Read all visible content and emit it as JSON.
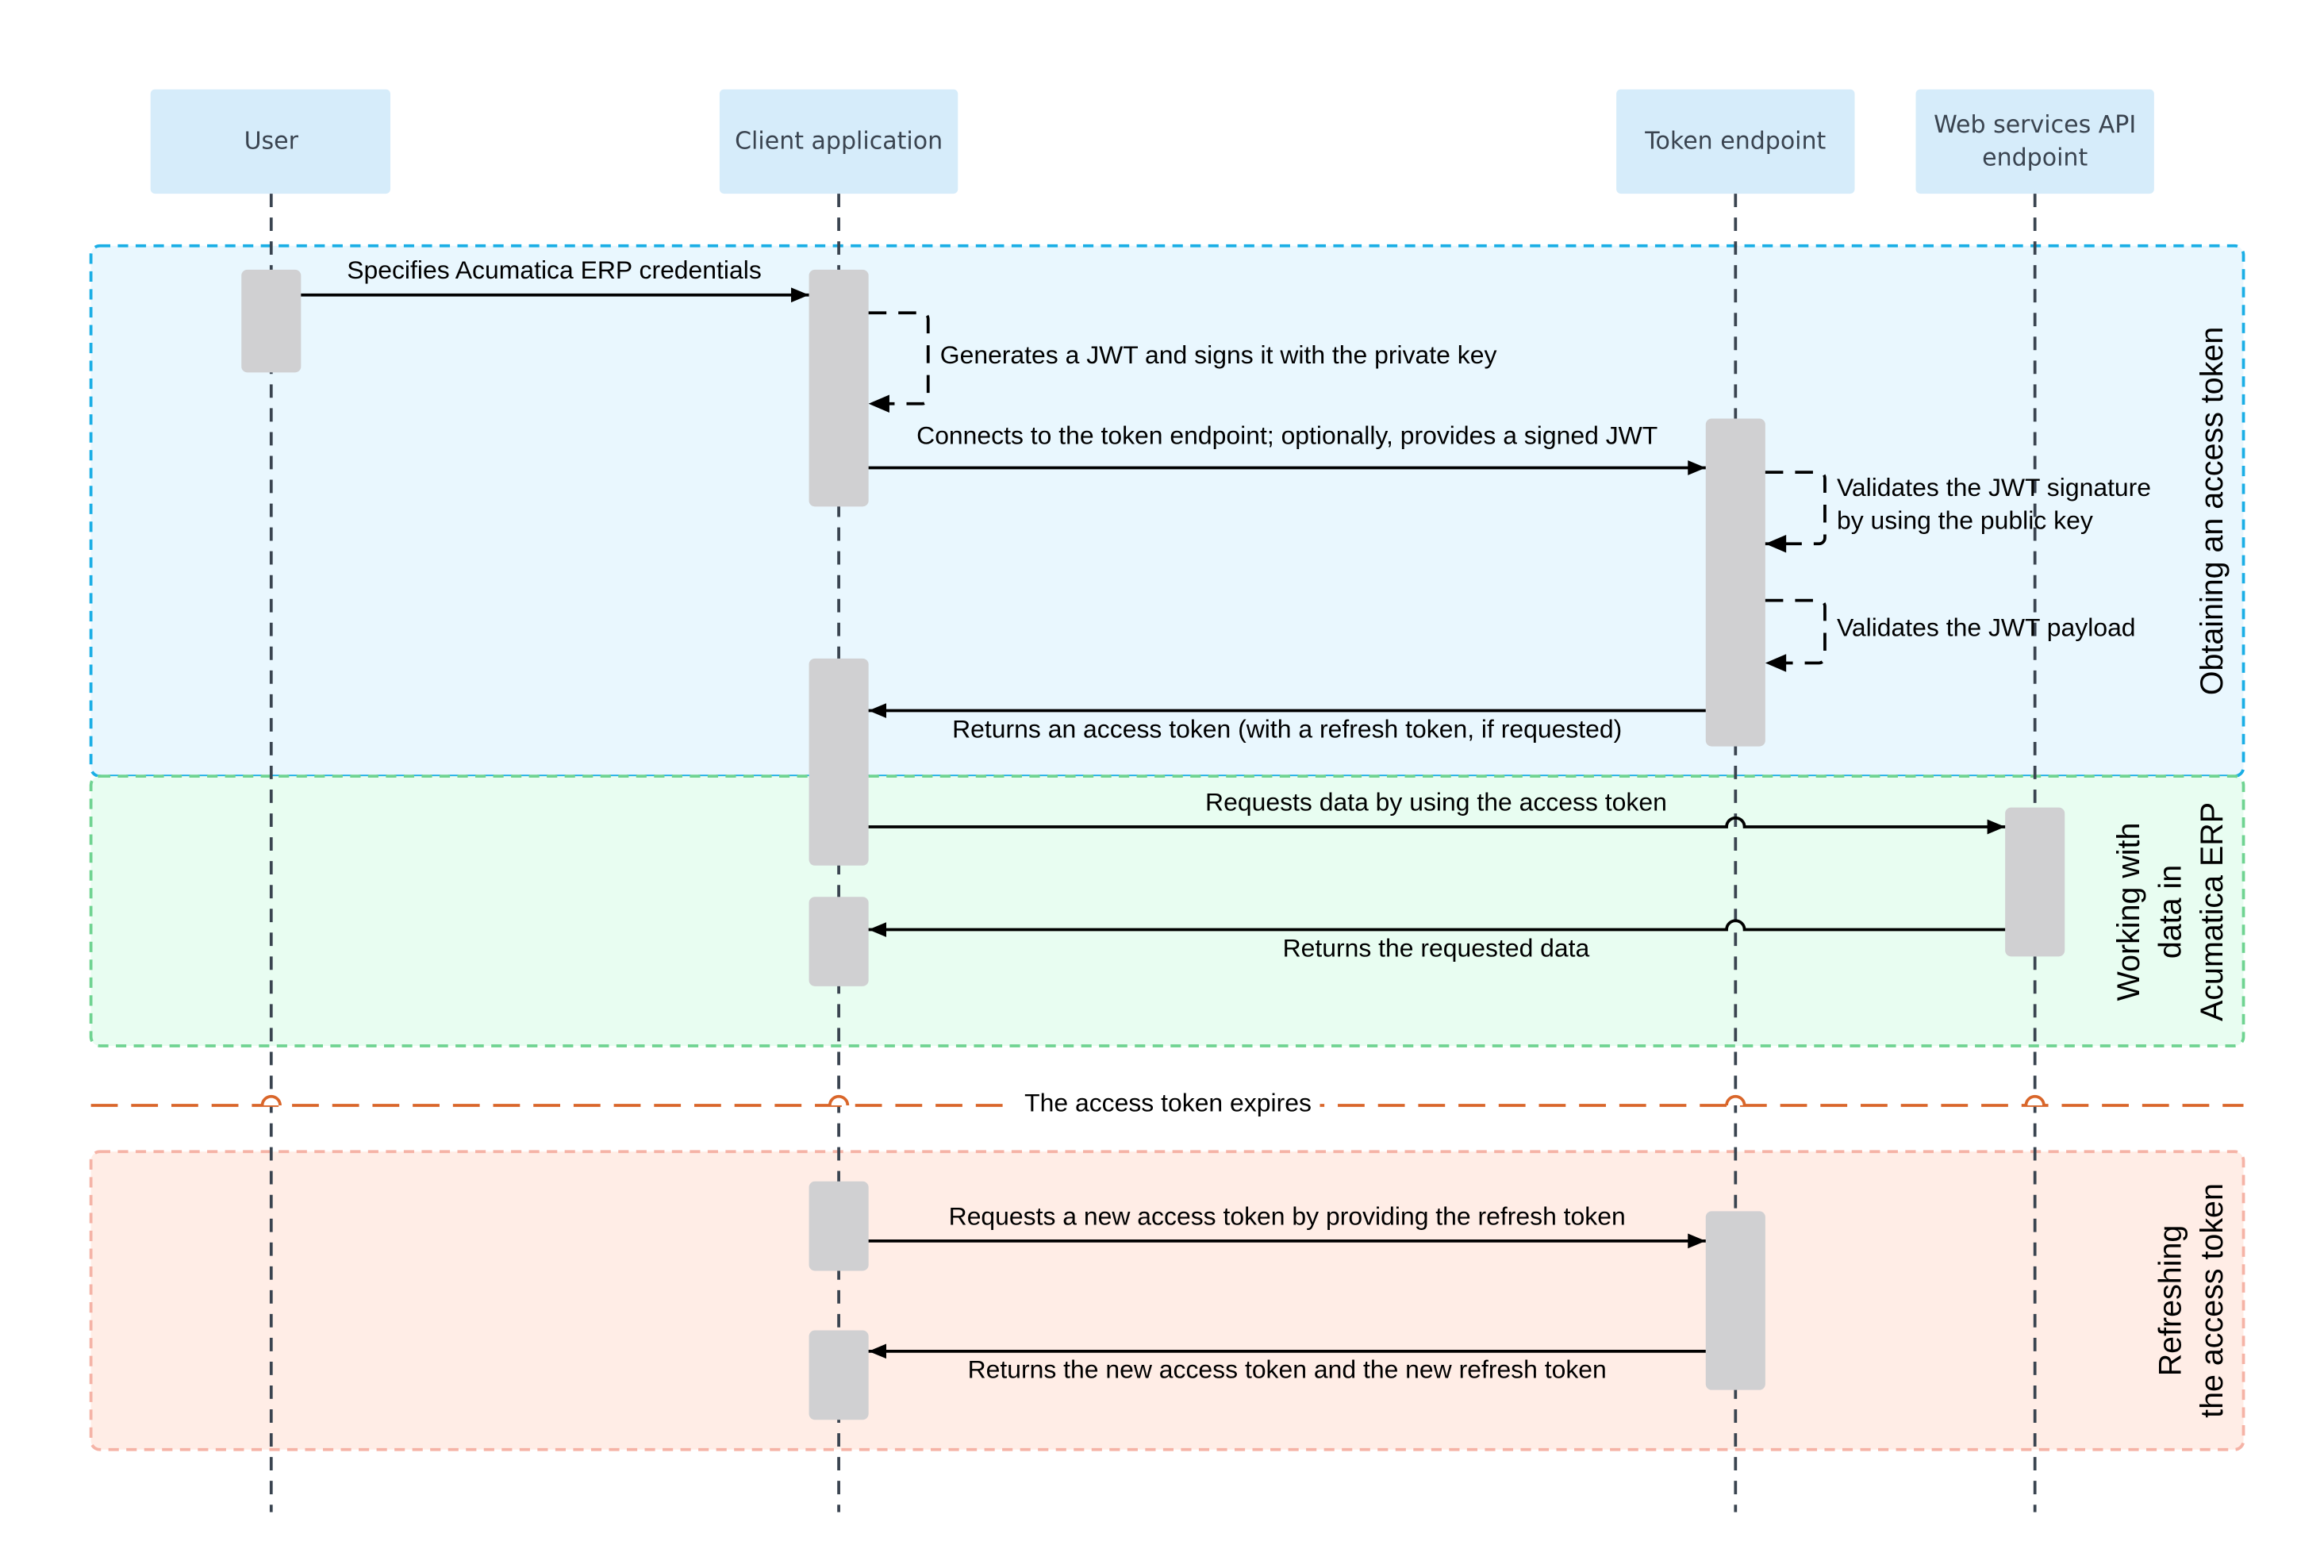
{
  "participants": [
    "User",
    "Client application",
    "Token endpoint",
    "Web services API endpoint"
  ],
  "participant_lines": {
    "api_1": "Web services API",
    "api_2": "endpoint"
  },
  "groups": {
    "obtaining": {
      "label": "Obtaining an access token",
      "border": "#1aaee5",
      "fill": "#e9f7fe"
    },
    "working": {
      "lines": [
        "Working with",
        "data in",
        "Acumatica ERP"
      ],
      "border": "#6fd391",
      "fill": "#e8fdf1"
    },
    "refreshing": {
      "lines": [
        "Refreshing",
        "the access token"
      ],
      "border": "#f5b3a6",
      "fill": "#ffede6"
    }
  },
  "messages": {
    "m1": "Specifies Acumatica ERP credentials",
    "m2": "Generates a JWT and signs it with the private key",
    "m3": "Connects to the token endpoint; optionally, provides a signed JWT",
    "m4a": "Validates the JWT signature",
    "m4b": "by using the public key",
    "m5": "Validates the JWT payload",
    "m6": "Returns an access token (with a refresh token, if requested)",
    "m7": "Requests data by using the access token",
    "m8": "Returns the requested data",
    "m9": "Requests a new access token by providing the refresh token",
    "m10": "Returns the new access token and the new refresh token"
  },
  "expiry": {
    "label": "The access token expires",
    "color": "#d9662a"
  }
}
